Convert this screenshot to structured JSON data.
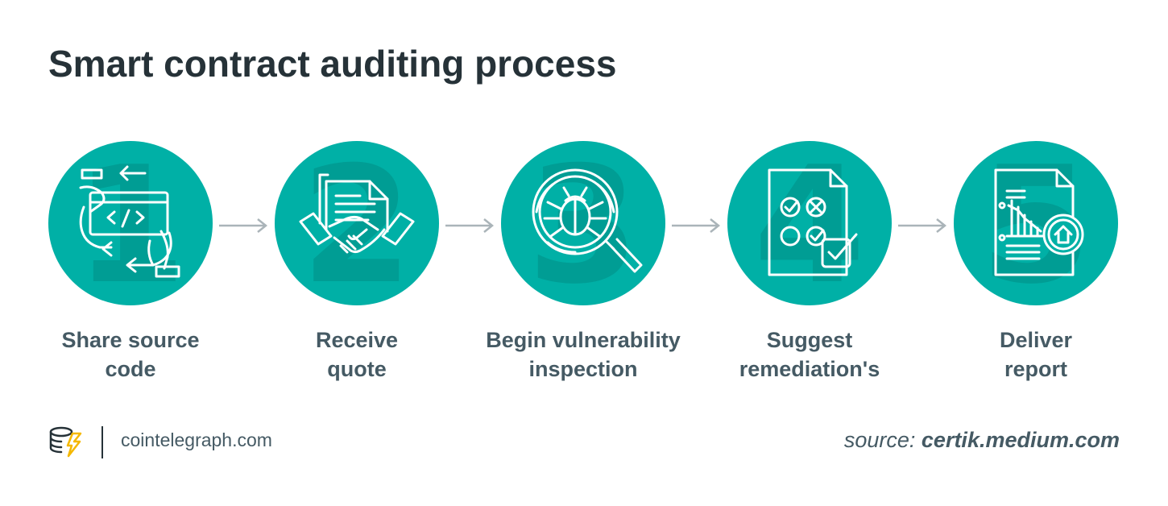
{
  "title": "Smart contract auditing process",
  "accent_color": "#00b0a6",
  "steps": [
    {
      "number": "1",
      "label": "Share source\ncode",
      "icon": "code-sharing-icon"
    },
    {
      "number": "2",
      "label": "Receive\nquote",
      "icon": "handshake-icon"
    },
    {
      "number": "3",
      "label": "Begin vulnerability\ninspection",
      "icon": "bug-magnifier-icon"
    },
    {
      "number": "4",
      "label": "Suggest\nremediation's",
      "icon": "checklist-icon"
    },
    {
      "number": "5",
      "label": "Deliver\nreport",
      "icon": "report-upload-icon"
    }
  ],
  "footer": {
    "brand": "cointelegraph.com",
    "source_prefix": "source:",
    "source_name": "certik.medium.com"
  }
}
